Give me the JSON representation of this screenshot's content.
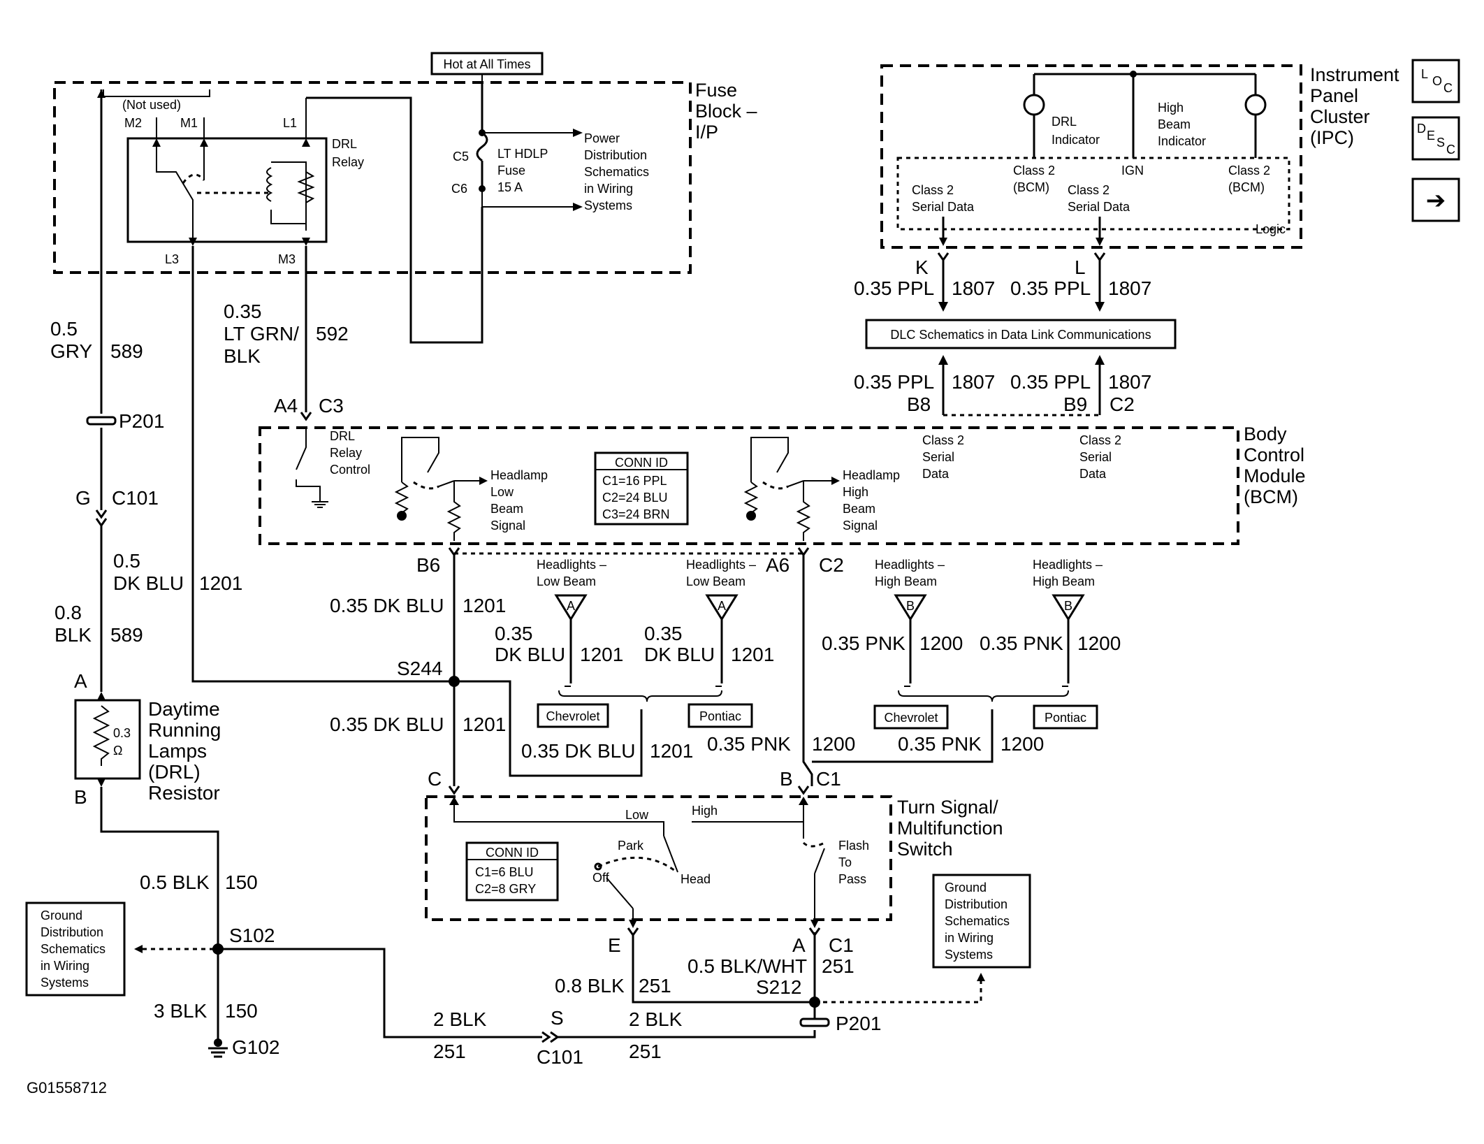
{
  "components": {
    "hot_at_all_times": "Hot at All Times",
    "fuse_block_label": [
      "Fuse",
      "Block –",
      "I/P"
    ],
    "not_used": "(Not used)",
    "pin_m2": "M2",
    "pin_m1": "M1",
    "pin_l1": "L1",
    "pin_l3": "L3",
    "pin_m3": "M3",
    "drl_relay": [
      "DRL",
      "Relay"
    ],
    "pin_c5": "C5",
    "pin_c6": "C6",
    "fuse_label": [
      "LT HDLP",
      "Fuse",
      "15 A"
    ],
    "power_dist": [
      "Power",
      "Distribution",
      "Schematics",
      "in Wiring",
      "Systems"
    ],
    "ipc_label": [
      "Instrument",
      "Panel",
      "Cluster",
      "(IPC)"
    ],
    "drl_indicator": [
      "DRL",
      "Indicator"
    ],
    "high_beam_indicator": [
      "High",
      "Beam",
      "Indicator"
    ],
    "ipc_class2_serial": [
      "Class 2",
      "Serial Data"
    ],
    "ipc_class2_bcm": [
      "Class 2",
      "(BCM)"
    ],
    "ipc_ign": "IGN",
    "ipc_class2_serial2": [
      "Class 2",
      "Serial Data"
    ],
    "ipc_class2_bcm2": [
      "Class 2",
      "(BCM)"
    ],
    "ipc_logic": "Logic",
    "dlc_box": "DLC Schematics in Data Link Communications",
    "bcm_label": [
      "Body",
      "Control",
      "Module",
      "(BCM)"
    ],
    "drl_relay_control": [
      "DRL",
      "Relay",
      "Control"
    ],
    "headlamp_low": [
      "Headlamp",
      "Low",
      "Beam",
      "Signal"
    ],
    "headlamp_high": [
      "Headlamp",
      "High",
      "Beam",
      "Signal"
    ],
    "conn_id_bcm": [
      "CONN ID",
      "C1=16 PPL",
      "C2=24 BLU",
      "C3=24 BRN"
    ],
    "bcm_class2_a": [
      "Class 2",
      "Serial",
      "Data"
    ],
    "bcm_class2_b": [
      "Class 2",
      "Serial",
      "Data"
    ],
    "hl_low_1": [
      "Headlights –",
      "Low Beam"
    ],
    "hl_low_2": [
      "Headlights –",
      "Low Beam"
    ],
    "hl_high_1": [
      "Headlights –",
      "High Beam"
    ],
    "hl_high_2": [
      "Headlights –",
      "High Beam"
    ],
    "chevrolet": "Chevrolet",
    "pontiac": "Pontiac",
    "drl_resistor": [
      "Daytime",
      "Running",
      "Lamps",
      "(DRL)",
      "Resistor"
    ],
    "resistor_value": [
      "0.3",
      "Ω"
    ],
    "turn_signal_label": [
      "Turn Signal/",
      "Multifunction",
      "Switch"
    ],
    "conn_id_switch": [
      "CONN ID",
      "C1=6 BLU",
      "C2=8 GRY"
    ],
    "sw_low": "Low",
    "sw_high": "High",
    "sw_park": "Park",
    "sw_off": "Off",
    "sw_head": "Head",
    "flash_to_pass": [
      "Flash",
      "To",
      "Pass"
    ],
    "ground_dist_left": [
      "Ground",
      "Distribution",
      "Schematics",
      "in Wiring",
      "Systems"
    ],
    "ground_dist_right": [
      "Ground",
      "Distribution",
      "Schematics",
      "in Wiring",
      "Systems"
    ],
    "side_buttons": {
      "loc": [
        "L",
        "O",
        "C"
      ],
      "desc": [
        "D",
        "E",
        "S",
        "C"
      ],
      "next": "➔"
    },
    "figure_id": "G01558712"
  },
  "wires": {
    "w589_top": [
      "0.5",
      "GRY",
      "589"
    ],
    "w592": [
      "0.35",
      "LT GRN/",
      "BLK",
      "592"
    ],
    "p201_top": "P201",
    "g_c101": [
      "G",
      "C101"
    ],
    "w1201_left": [
      "0.5",
      "DK BLU",
      "1201"
    ],
    "w589_bot": [
      "0.8",
      "BLK",
      "589"
    ],
    "pin_a": "A",
    "pin_b": "B",
    "a4_c3": [
      "A4",
      "C3"
    ],
    "k": "K",
    "l": "L",
    "w1807_k": [
      "0.35 PPL",
      "1807"
    ],
    "w1807_l": [
      "0.35 PPL",
      "1807"
    ],
    "w1807_b8": [
      "0.35 PPL",
      "1807",
      "B8"
    ],
    "w1807_b9": [
      "0.35 PPL",
      "1807",
      "B9",
      "C2"
    ],
    "b6": "B6",
    "a6": "A6",
    "c2": "C2",
    "w1201_b6": [
      "0.35 DK BLU",
      "1201"
    ],
    "s244": "S244",
    "w1201_s244": [
      "0.35 DK BLU",
      "1201"
    ],
    "w1201_low1": [
      "0.35",
      "DK BLU",
      "1201"
    ],
    "w1201_low2": [
      "0.35",
      "DK BLU",
      "1201"
    ],
    "w1201_mid": [
      "0.35 DK BLU",
      "1201"
    ],
    "w1200_high1": [
      "0.35 PNK",
      "1200"
    ],
    "w1200_high2": [
      "0.35 PNK",
      "1200"
    ],
    "w1200_mid": [
      "0.35 PNK",
      "1200"
    ],
    "w1200_right": [
      "0.35 PNK",
      "1200"
    ],
    "pin_c": "C",
    "pin_b_c1": [
      "B",
      "C1"
    ],
    "w150_top": [
      "0.5 BLK",
      "150"
    ],
    "s102": "S102",
    "w150_bot": [
      "3 BLK",
      "150"
    ],
    "g102": "G102",
    "w251_left": [
      "2 BLK",
      "251"
    ],
    "s_c101": [
      "S",
      "C101"
    ],
    "w251_right": [
      "2 BLK",
      "251"
    ],
    "p201_bot": "P201",
    "pin_e": "E",
    "pin_a_c1": [
      "A",
      "C1"
    ],
    "w251_s212": [
      "0.5 BLK/WHT",
      "251"
    ],
    "w251_e": [
      "0.8 BLK",
      "251"
    ],
    "s212": "S212"
  }
}
